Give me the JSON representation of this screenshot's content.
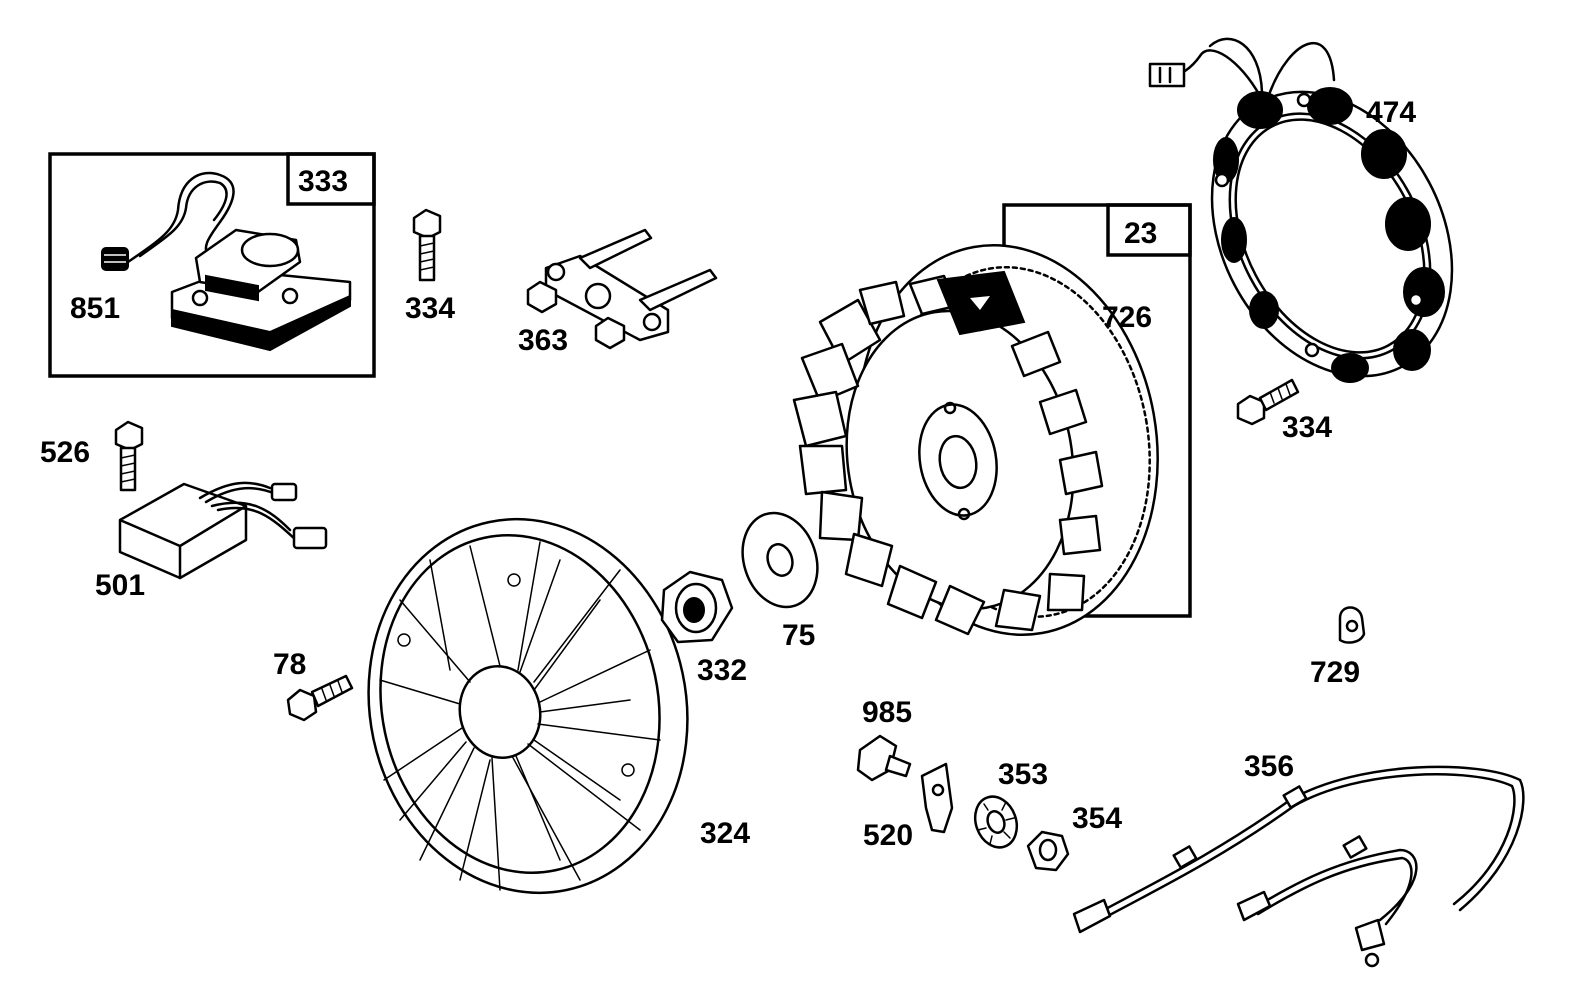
{
  "colors": {
    "ink": "#000000",
    "background": "#ffffff"
  },
  "callouts": {
    "c333": "333",
    "c851": "851",
    "c334a": "334",
    "c363": "363",
    "c526": "526",
    "c501": "501",
    "c78": "78",
    "c324": "324",
    "c332": "332",
    "c75": "75",
    "c23": "23",
    "c726": "726",
    "c474": "474",
    "c334b": "334",
    "c729": "729",
    "c985": "985",
    "c520": "520",
    "c353": "353",
    "c354": "354",
    "c356": "356"
  },
  "parts": [
    {
      "ref": "333",
      "icon": "ignition-armature-kit-icon"
    },
    {
      "ref": "851",
      "icon": "spark-plug-terminal-icon"
    },
    {
      "ref": "334",
      "icon": "screw-icon"
    },
    {
      "ref": "363",
      "icon": "flywheel-puller-icon"
    },
    {
      "ref": "526",
      "icon": "screw-icon"
    },
    {
      "ref": "501",
      "icon": "rectifier-regulator-icon"
    },
    {
      "ref": "78",
      "icon": "screw-icon"
    },
    {
      "ref": "324",
      "icon": "rotating-screen-icon"
    },
    {
      "ref": "332",
      "icon": "hex-nut-icon"
    },
    {
      "ref": "75",
      "icon": "flat-washer-icon"
    },
    {
      "ref": "23",
      "icon": "flywheel-kit-icon"
    },
    {
      "ref": "726",
      "icon": "flywheel-icon"
    },
    {
      "ref": "474",
      "icon": "alternator-stator-icon"
    },
    {
      "ref": "729",
      "icon": "wire-clip-icon"
    },
    {
      "ref": "985",
      "icon": "ground-terminal-icon"
    },
    {
      "ref": "520",
      "icon": "bracket-icon"
    },
    {
      "ref": "353",
      "icon": "lock-washer-icon"
    },
    {
      "ref": "354",
      "icon": "hex-nut-icon"
    },
    {
      "ref": "356",
      "icon": "wire-harness-icon"
    }
  ]
}
